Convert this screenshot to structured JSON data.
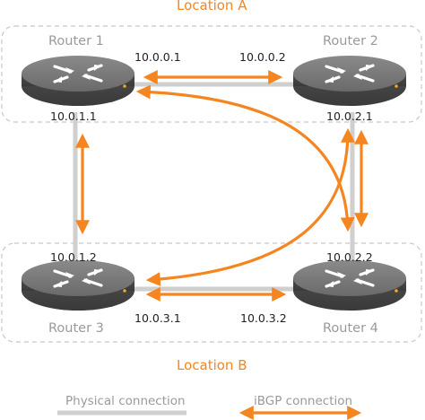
{
  "locations": {
    "a": "Location A",
    "b": "Location B"
  },
  "routers": {
    "r1": "Router 1",
    "r2": "Router 2",
    "r3": "Router 3",
    "r4": "Router 4"
  },
  "interfaces": {
    "r1_r2": "10.0.0.1",
    "r2_r1": "10.0.0.2",
    "r1_r3": "10.0.1.1",
    "r3_r1": "10.0.1.2",
    "r2_r4": "10.0.2.1",
    "r4_r2": "10.0.2.2",
    "r3_r4": "10.0.3.1",
    "r4_r3": "10.0.3.2"
  },
  "legend": {
    "physical": "Physical connection",
    "ibgp": "iBGP connection"
  },
  "colors": {
    "physical_link": "#cfcfcf",
    "ibgp_link": "#f5851f",
    "router_body": "#5b5b5b",
    "region_border": "#c8c8c8"
  }
}
